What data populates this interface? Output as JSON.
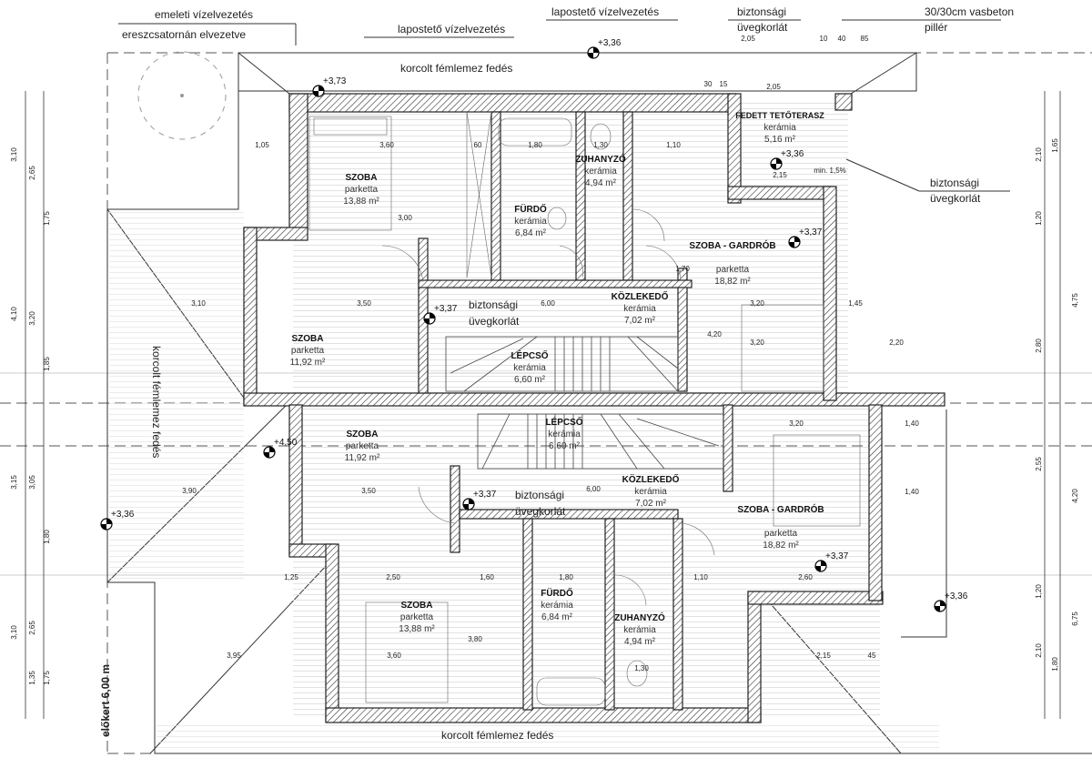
{
  "annotations": {
    "emeleti_1": "emeleti vízelvezetés",
    "emeleti_2": "ereszcsatornán elvezetve",
    "lapos_left": "lapostető vízelvezetés",
    "lapos_top": "lapostető vízelvezetés",
    "bizt_top_1": "biztonsági",
    "bizt_top_2": "üvegkorlát",
    "piller_1": "30/30cm vasbeton",
    "piller_2": "pillér",
    "bizt_right_1": "biztonsági",
    "bizt_right_2": "üvegkorlát",
    "roof_top": "korcolt fémlemez fedés",
    "roof_bottom": "korcolt fémlemez fedés",
    "roof_left": "korcolt fémlemez fedés",
    "front_yard": "előkert 6,00 m",
    "bizt_mid_1a": "biztonsági",
    "bizt_mid_1b": "üvegkorlát",
    "bizt_mid_2a": "biztonsági",
    "bizt_mid_2b": "üvegkorlát"
  },
  "rooms": [
    {
      "name": "SZOBA",
      "floor": "parketta",
      "area": "13,88 m²"
    },
    {
      "name": "FÜRDŐ",
      "floor": "kerámia",
      "area": "6,84 m²"
    },
    {
      "name": "ZUHANYZÓ",
      "floor": "kerámia",
      "area": "4,94 m²"
    },
    {
      "name": "FEDETT TETŐTERASZ",
      "floor": "kerámia",
      "area": "5,16 m²"
    },
    {
      "name": "SZOBA - GARDRÓB",
      "floor": "parketta",
      "area": "18,82 m²"
    },
    {
      "name": "KÖZLEKEDŐ",
      "floor": "kerámia",
      "area": "7,02 m²"
    },
    {
      "name": "LÉPCSŐ",
      "floor": "kerámia",
      "area": "6,60 m²"
    },
    {
      "name": "SZOBA",
      "floor": "parketta",
      "area": "11,92 m²"
    },
    {
      "name": "SZOBA",
      "floor": "parketta",
      "area": "11,92 m²"
    },
    {
      "name": "LÉPCSŐ",
      "floor": "kerámia",
      "area": "6,60 m²"
    },
    {
      "name": "KÖZLEKEDŐ",
      "floor": "kerámia",
      "area": "7,02 m²"
    },
    {
      "name": "SZOBA - GARDRÓB",
      "floor": "parketta",
      "area": "18,82 m²"
    },
    {
      "name": "FÜRDŐ",
      "floor": "kerámia",
      "area": "6,84 m²"
    },
    {
      "name": "ZUHANYZÓ",
      "floor": "kerámia",
      "area": "4,94 m²"
    },
    {
      "name": "SZOBA",
      "floor": "parketta",
      "area": "13,88 m²"
    }
  ],
  "elevations": [
    "+3,36",
    "+3,73",
    "+3,36",
    "+3,37",
    "+3,37",
    "+4,50",
    "+3,36",
    "+3,37",
    "+3,37",
    "+3,36"
  ],
  "slopes": [
    "min. 1,5%"
  ],
  "dims": [
    "2,05",
    "10",
    "40",
    "85",
    "2,05",
    "30",
    "15",
    "3,60",
    "1,80",
    "1,30",
    "1,10",
    "60",
    "3,00",
    "3,80",
    "1,70",
    "4,20",
    "3,50",
    "6,00",
    "3,20",
    "3,20",
    "3,10",
    "3,90",
    "3,50",
    "6,00",
    "3,20",
    "1,40",
    "1,40",
    "2,50",
    "1,60",
    "1,80",
    "1,10",
    "2,60",
    "1,25",
    "3,95",
    "3,60",
    "1,30",
    "2,15",
    "2,15",
    "45",
    "1,45",
    "2,20",
    "1,05"
  ],
  "left_dims": [
    "3,10",
    "2,65",
    "1,75",
    "4,10",
    "3,20",
    "1,85",
    "3,15",
    "3,05",
    "1,80",
    "3,10",
    "2,65",
    "1,75",
    "1,35"
  ],
  "right_dims": [
    "2,10",
    "1,65",
    "1,20",
    "4,75",
    "2,80",
    "2,55",
    "4,20",
    "6,75",
    "1,20",
    "2,10",
    "1,80"
  ]
}
